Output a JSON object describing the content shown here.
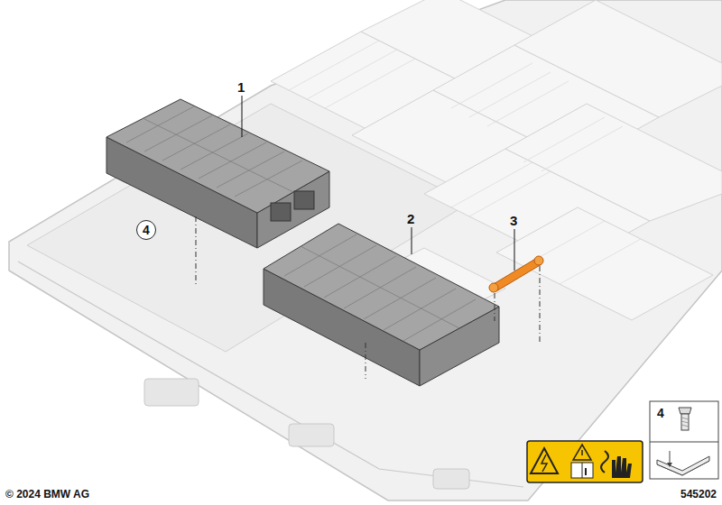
{
  "diagram": {
    "nodes": [
      {
        "text": [
          "4"
        ]
      },
      {
        "text": [
          "4"
        ]
      }
    ],
    "labels": [
      "1",
      "2",
      "3",
      "© 2024 BMW AG",
      "545202"
    ]
  }
}
